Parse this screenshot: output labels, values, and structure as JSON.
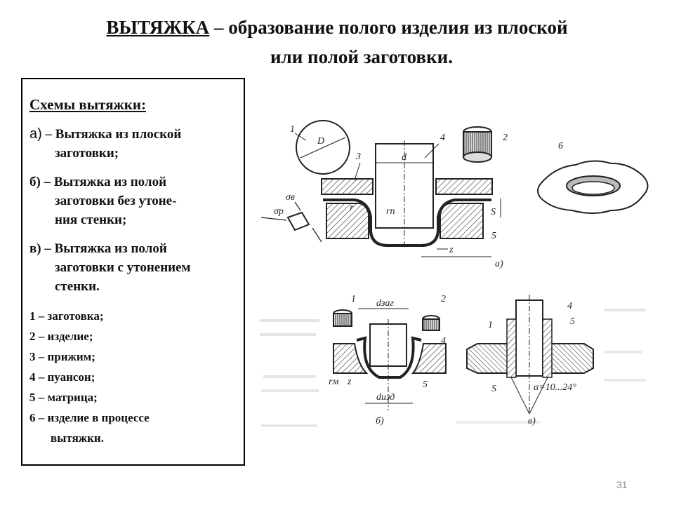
{
  "title": {
    "term": "ВЫТЯЖКА",
    "dash": "–",
    "definition_line1": "образование полого изделия из плоской",
    "definition_line2": "или полой заготовки."
  },
  "legend": {
    "heading": "Схемы вытяжки:",
    "schemes": [
      {
        "label": "а)",
        "line1": "– Вытяжка из плоской",
        "line2": "заготовки;"
      },
      {
        "label": "б)",
        "line1": "– Вытяжка из полой",
        "line2": "заготовки без утоне-",
        "line3": "ния стенки;"
      },
      {
        "label": "в)",
        "line1": "– Вытяжка из полой",
        "line2": "заготовки с утонением",
        "line3": "стенки."
      }
    ],
    "parts": [
      "1 – заготовка;",
      "2 – изделие;",
      "3 – прижим;",
      "4 – пуансон;",
      "5 – матрица;",
      "6 – изделие в процессе",
      "вытяжки."
    ]
  },
  "figure": {
    "caption_a": "а)",
    "caption_b": "б)",
    "caption_v": "в)",
    "labels": {
      "n1": "1",
      "n2": "2",
      "n3": "3",
      "n4": "4",
      "n5": "5",
      "n6": "6",
      "D": "D",
      "d": "d",
      "r": "r",
      "rp": "rп",
      "rm": "rм",
      "S": "S",
      "S1": "S",
      "z": "z",
      "sigma_v": "σв",
      "sigma_r": "σр",
      "d_zag": "dзаг",
      "d_izd": "dизд",
      "alpha": "α=10...24°"
    }
  },
  "page_number": "31"
}
